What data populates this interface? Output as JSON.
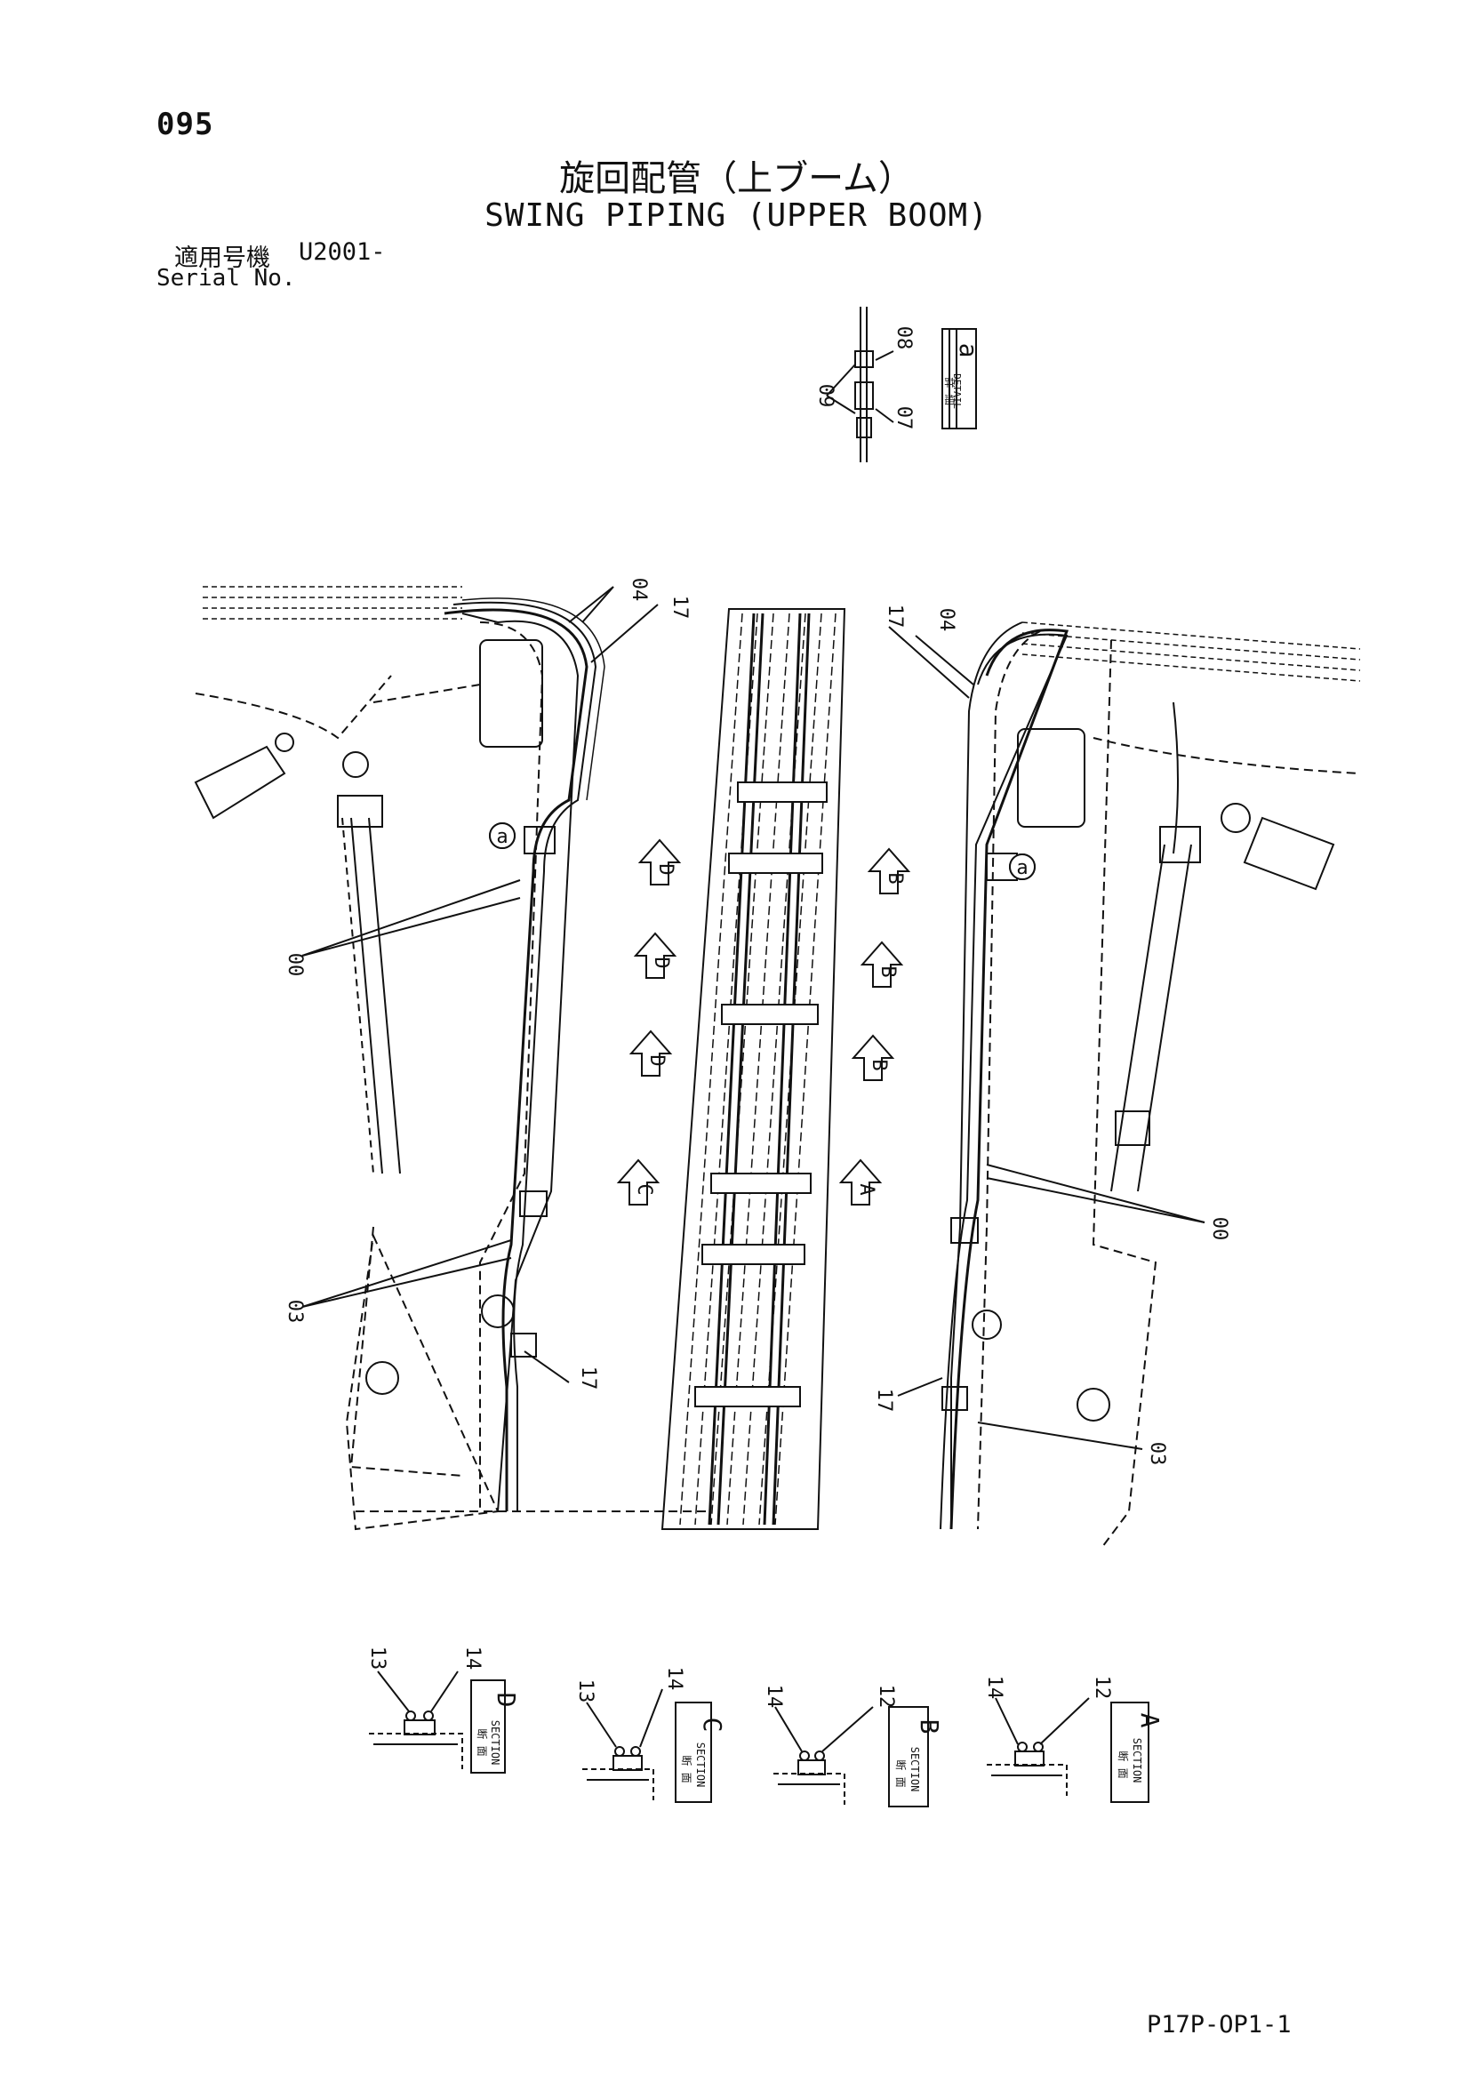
{
  "page_number": "095",
  "title_jp": "旋回配管（上ブーム）",
  "title_en": "SWING PIPING (UPPER BOOM)",
  "serial": {
    "label_jp": "適用号機",
    "value": "U2001-",
    "label_en": "Serial No."
  },
  "detail_a": {
    "jp": "詳 細",
    "en": "DETAIL",
    "letter": "a",
    "parts": [
      "09",
      "08",
      "07"
    ]
  },
  "callouts": {
    "left_view": [
      "04",
      "17",
      "00",
      "03",
      "17"
    ],
    "right_view": [
      "17",
      "04",
      "00",
      "17",
      "03"
    ],
    "detail_marks": [
      "a",
      "a"
    ]
  },
  "section_arrows": [
    "D",
    "D",
    "D",
    "C",
    "B",
    "B",
    "B",
    "A"
  ],
  "sections": [
    {
      "letter": "D",
      "jp": "断 面",
      "en": "SECTION",
      "parts": [
        "13",
        "14"
      ]
    },
    {
      "letter": "C",
      "jp": "断 面",
      "en": "SECTION",
      "parts": [
        "13",
        "14"
      ]
    },
    {
      "letter": "B",
      "jp": "断 面",
      "en": "SECTION",
      "parts": [
        "14",
        "12"
      ]
    },
    {
      "letter": "A",
      "jp": "断 面",
      "en": "SECTION",
      "parts": [
        "14",
        "12"
      ]
    }
  ],
  "drawing_code": "P17P-OP1-1",
  "colors": {
    "line": "#111111",
    "paper": "#ffffff"
  }
}
